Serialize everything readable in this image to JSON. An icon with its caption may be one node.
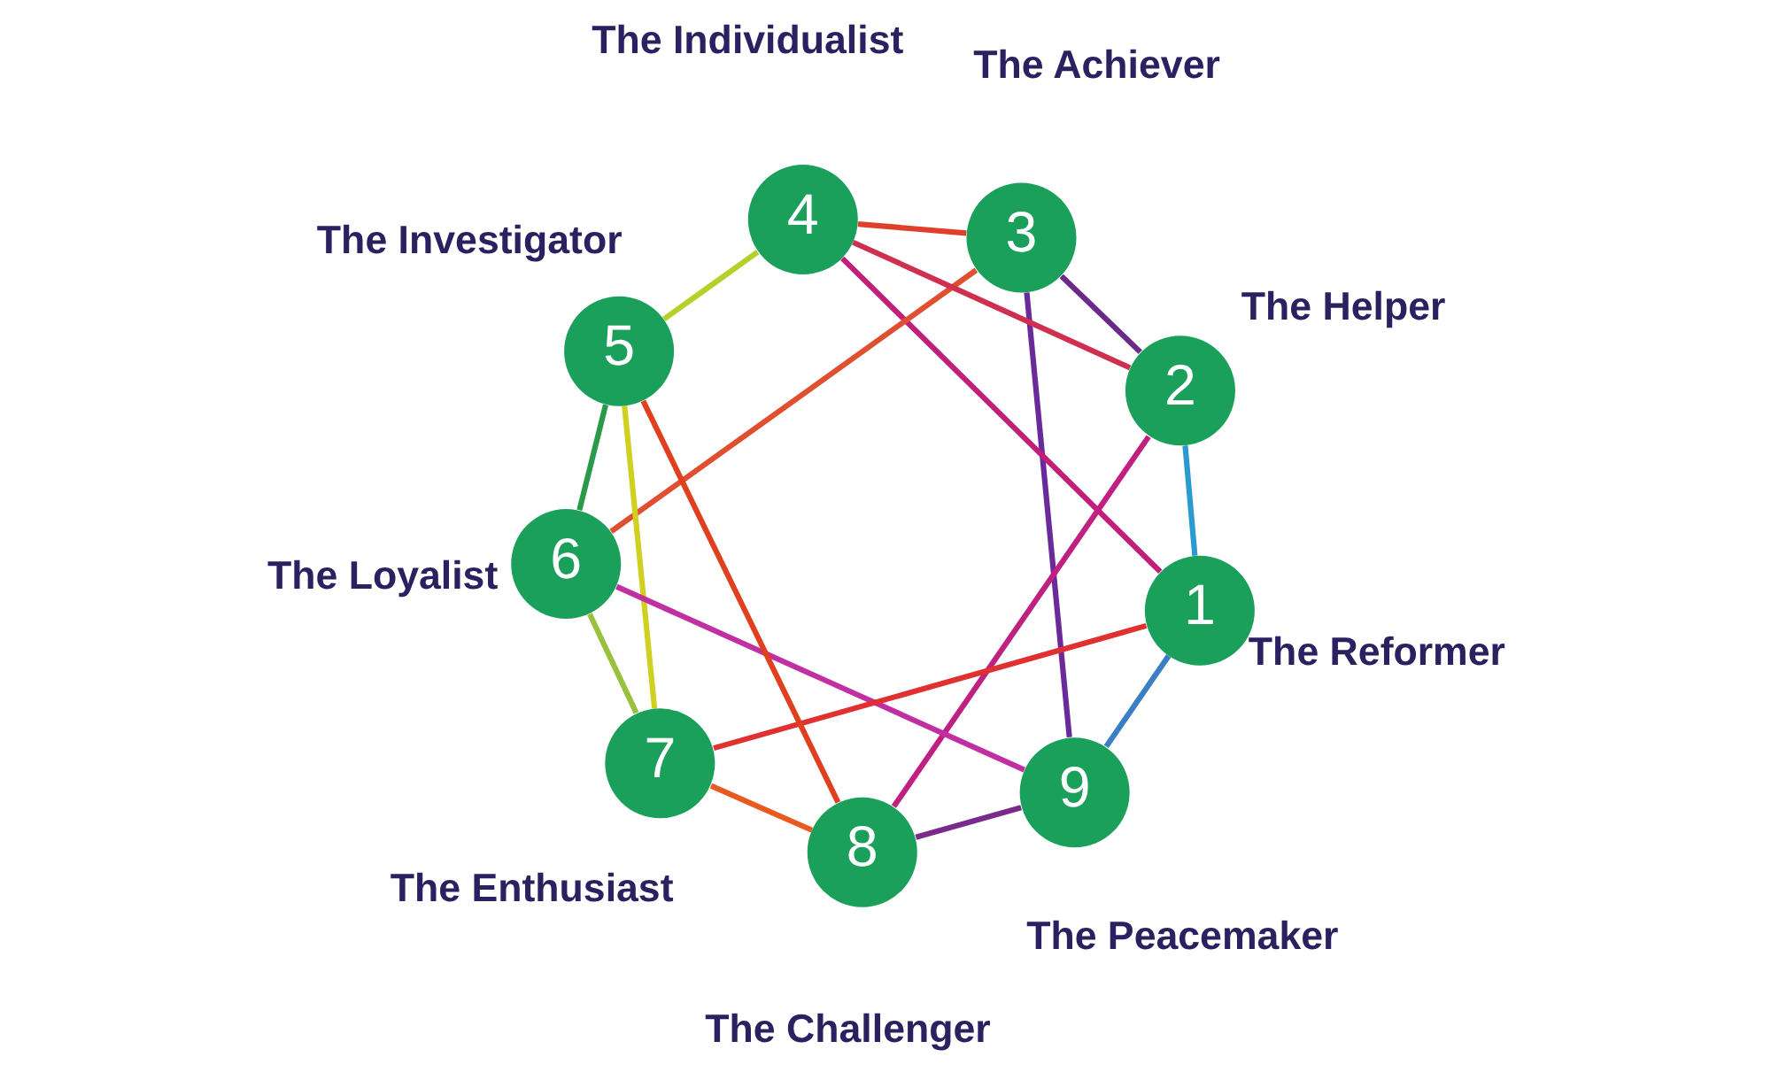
{
  "diagram": {
    "nodes": [
      {
        "text": [
          "9"
        ],
        "beside": [
          "The Peacemaker"
        ]
      },
      {
        "text": [
          "8"
        ],
        "beside": [
          "The Challenger"
        ]
      },
      {
        "text": [
          "1"
        ],
        "beside": [
          "The Reformer"
        ]
      },
      {
        "text": [
          "7"
        ],
        "beside": [
          "The Enthusiast"
        ]
      },
      {
        "text": [
          "2"
        ],
        "beside": [
          "The Helper"
        ]
      },
      {
        "text": [
          "6"
        ],
        "beside": [
          "The Loyalist"
        ]
      },
      {
        "text": [
          "3"
        ],
        "beside": [
          "The Achiever"
        ]
      },
      {
        "text": [
          "5"
        ],
        "beside": [
          "The Investigator"
        ]
      },
      {
        "text": [
          "4"
        ],
        "beside": [
          "The Individualist"
        ]
      }
    ],
    "edges": [
      {
        "from": 0,
        "to": 2,
        "arrow": "none",
        "color": "#3a7fc4"
      },
      {
        "from": 2,
        "to": 4,
        "arrow": "none",
        "color": "#2a9ad0"
      },
      {
        "from": 4,
        "to": 6,
        "arrow": "none",
        "color": "#6a2a8a"
      },
      {
        "from": 6,
        "to": 8,
        "arrow": "none",
        "color": "#e0402a"
      },
      {
        "from": 8,
        "to": 7,
        "arrow": "none",
        "color": "#b5d02a"
      },
      {
        "from": 7,
        "to": 5,
        "arrow": "none",
        "color": "#2a9a4a"
      },
      {
        "from": 5,
        "to": 3,
        "arrow": "none",
        "color": "#9ac040"
      },
      {
        "from": 3,
        "to": 1,
        "arrow": "none",
        "color": "#e85a20"
      },
      {
        "from": 1,
        "to": 0,
        "arrow": "none",
        "color": "#7a2a8a"
      },
      {
        "from": 2,
        "to": 8,
        "arrow": "none",
        "color": "#c0207a"
      },
      {
        "from": 8,
        "to": 4,
        "arrow": "none",
        "color": "#d03050"
      },
      {
        "from": 4,
        "to": 1,
        "arrow": "none",
        "color": "#c02080"
      },
      {
        "from": 1,
        "to": 7,
        "arrow": "none",
        "color": "#e04020"
      },
      {
        "from": 7,
        "to": 3,
        "arrow": "none",
        "color": "#d0d020"
      },
      {
        "from": 3,
        "to": 2,
        "arrow": "none",
        "color": "#e03030"
      },
      {
        "from": 0,
        "to": 6,
        "arrow": "none",
        "color": "#6a2a9a"
      },
      {
        "from": 6,
        "to": 5,
        "arrow": "none",
        "color": "#e05030"
      },
      {
        "from": 5,
        "to": 0,
        "arrow": "none",
        "color": "#c030a0"
      }
    ]
  }
}
